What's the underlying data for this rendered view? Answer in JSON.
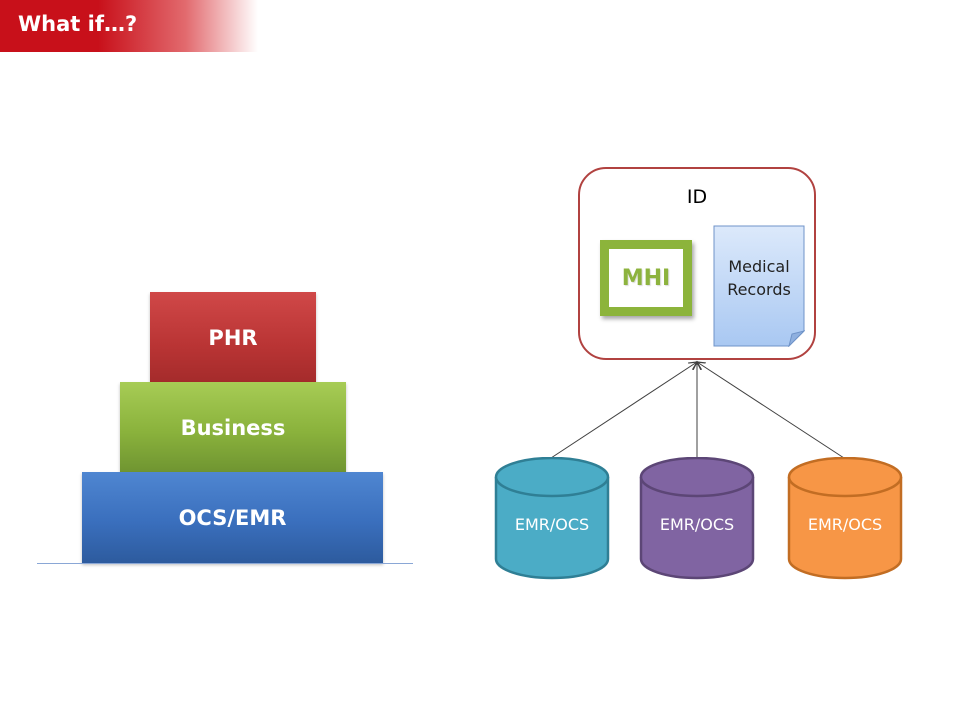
{
  "header": {
    "title": "What if…?"
  },
  "stack": {
    "blocks": [
      {
        "label": "PHR",
        "color": "#b93434"
      },
      {
        "label": "Business",
        "color": "#8ab23c"
      },
      {
        "label": "OCS/EMR",
        "color": "#3a6fbd"
      }
    ]
  },
  "id_box": {
    "label": "ID",
    "mhi_label": "MHI",
    "doc_line1": "Medical",
    "doc_line2": "Records",
    "border_color": "#b14240"
  },
  "databases": [
    {
      "label": "EMR/OCS",
      "color": "#4bacc6"
    },
    {
      "label": "EMR/OCS",
      "color": "#8064a2"
    },
    {
      "label": "EMR/OCS",
      "color": "#f79646"
    }
  ]
}
